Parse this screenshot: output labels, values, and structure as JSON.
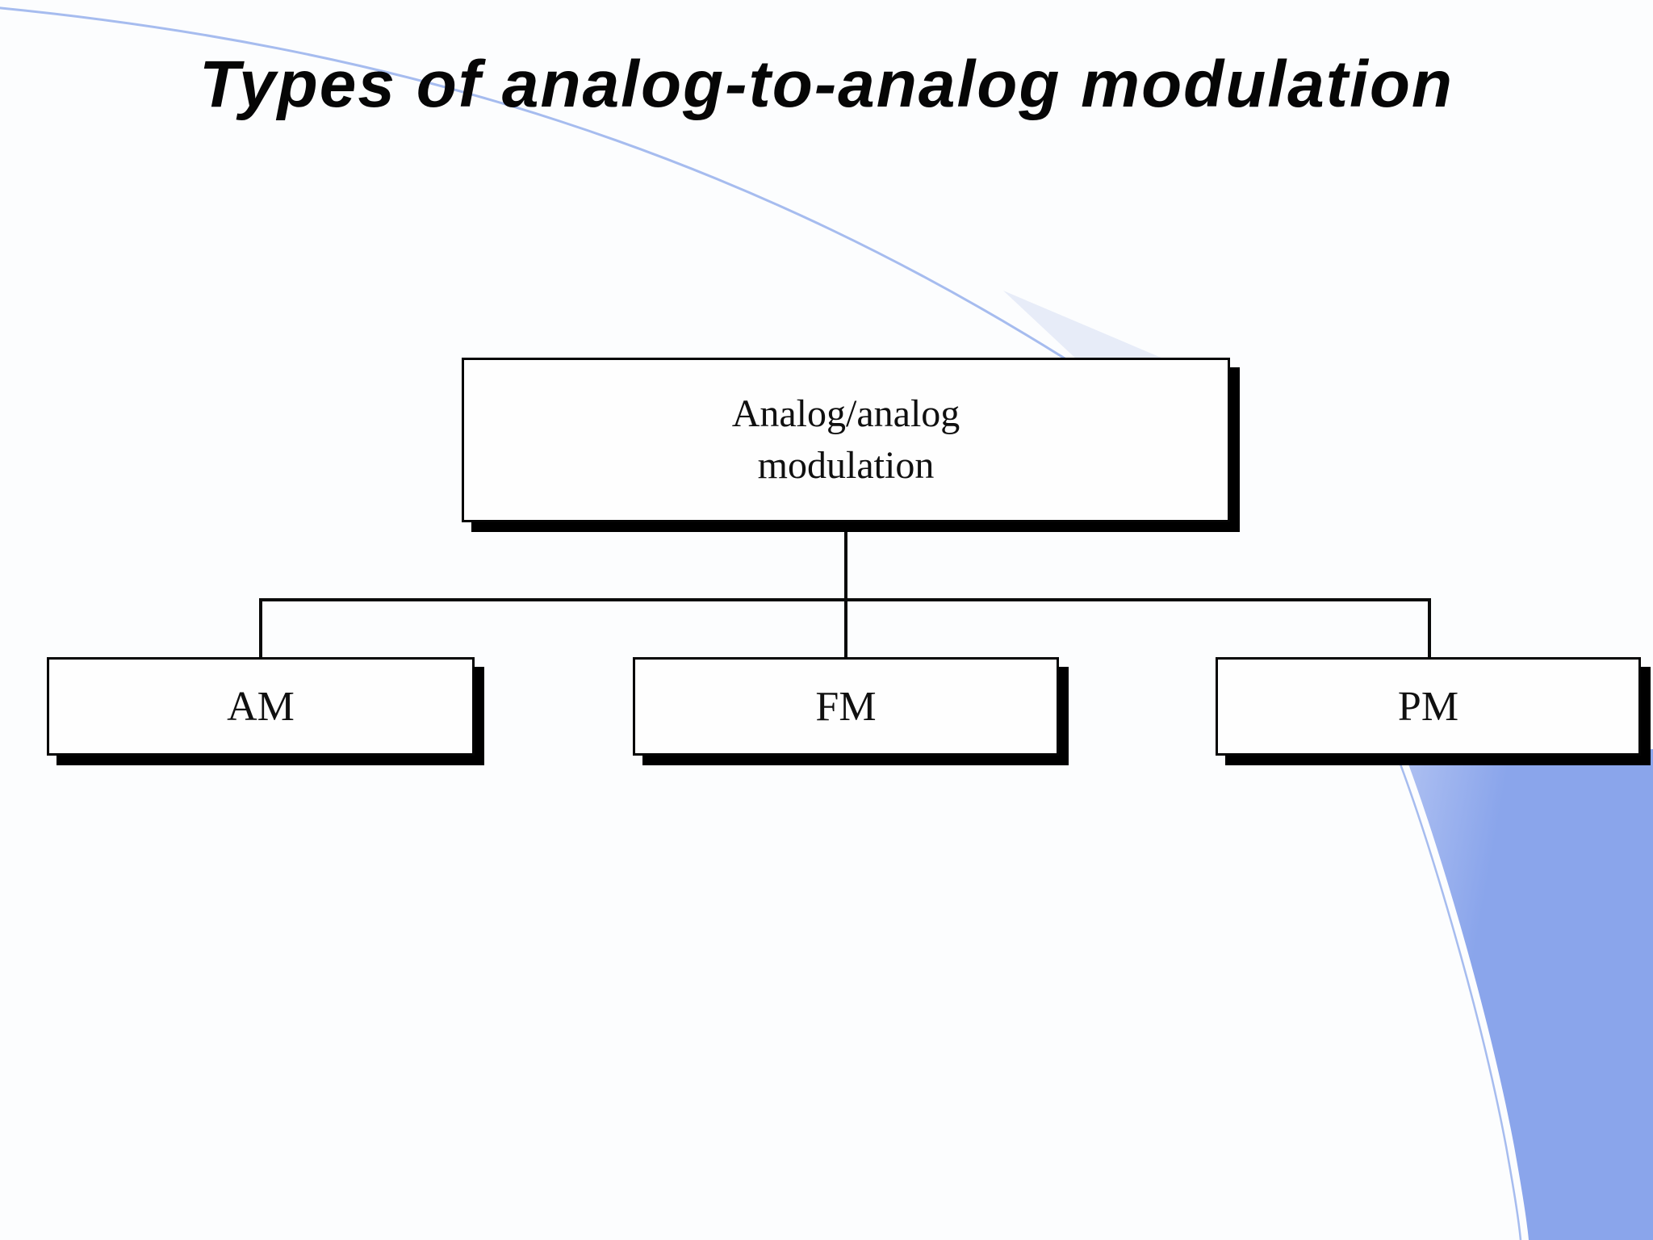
{
  "slide": {
    "title": "Types of analog-to-analog modulation",
    "diagram": {
      "root": {
        "line1": "Analog/analog",
        "line2": "modulation"
      },
      "children": [
        {
          "label": "AM"
        },
        {
          "label": "FM"
        },
        {
          "label": "PM"
        }
      ]
    },
    "colors": {
      "arc_line": "#A6BCEF",
      "wedge": "#E7ECF8",
      "crescent_light": "#AFC1F2",
      "crescent_deep": "#8AA5EB",
      "connector": "#0a0a0a",
      "box_border": "#050505",
      "box_fill": "#fefefe",
      "title_text": "#060606"
    }
  }
}
